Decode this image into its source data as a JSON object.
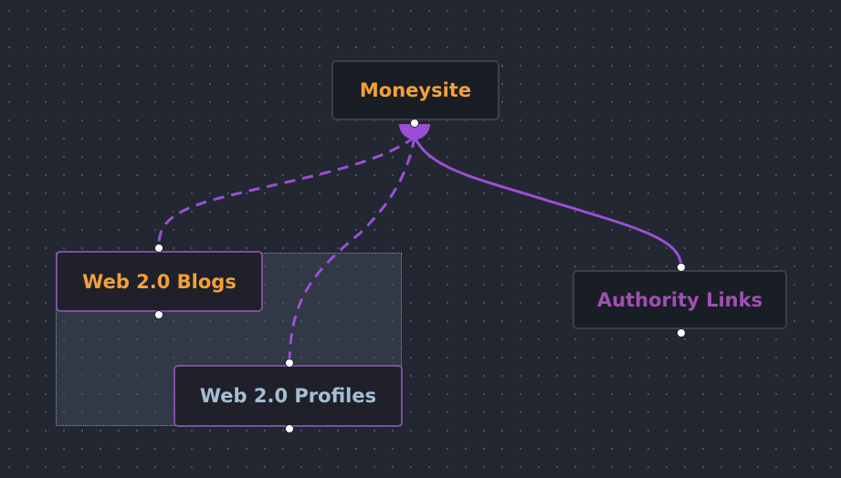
{
  "colors": {
    "background": "#222731",
    "grid_dot": "#4d5563",
    "node_fill": "#191d24",
    "node_border": "#3b414b",
    "selected_border": "#7e4ea5",
    "edge": "#9b4fd6",
    "label_orange": "#f2a03a",
    "label_purple": "#a24fb4",
    "label_blue": "#a4bfd6"
  },
  "nodes": {
    "moneysite": {
      "label": "Moneysite",
      "color": "#f2a03a"
    },
    "web20_blogs": {
      "label": "Web 2.0 Blogs",
      "color": "#f2a03a",
      "selected": true
    },
    "web20_profiles": {
      "label": "Web 2.0 Profiles",
      "color": "#a4bfd6",
      "selected": true
    },
    "authority_links": {
      "label": "Authority Links",
      "color": "#a24fb4"
    }
  },
  "edges": [
    {
      "from": "moneysite",
      "to": "web20_blogs",
      "style": "dashed"
    },
    {
      "from": "moneysite",
      "to": "web20_profiles",
      "style": "dashed"
    },
    {
      "from": "moneysite",
      "to": "authority_links",
      "style": "solid"
    }
  ]
}
